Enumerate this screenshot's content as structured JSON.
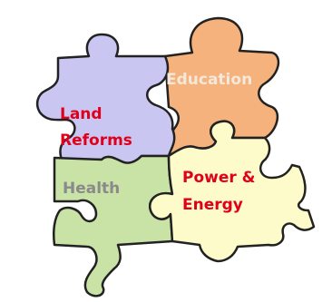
{
  "puzzle": {
    "pieces": [
      {
        "id": "land-reforms",
        "lines": [
          "Land",
          "Reforms"
        ],
        "fill": "#c9c6f2",
        "text_color": "#e0001b"
      },
      {
        "id": "education",
        "lines": [
          "Education"
        ],
        "fill": "#f5b27c",
        "text_color": "#f3e8da"
      },
      {
        "id": "health",
        "lines": [
          "Health"
        ],
        "fill": "#c9e2a6",
        "text_color": "#8a8a8a"
      },
      {
        "id": "power-energy",
        "lines": [
          "Power &",
          "Energy"
        ],
        "fill": "#fdfbc9",
        "text_color": "#e0001b"
      }
    ],
    "outline_color": "#222222"
  }
}
